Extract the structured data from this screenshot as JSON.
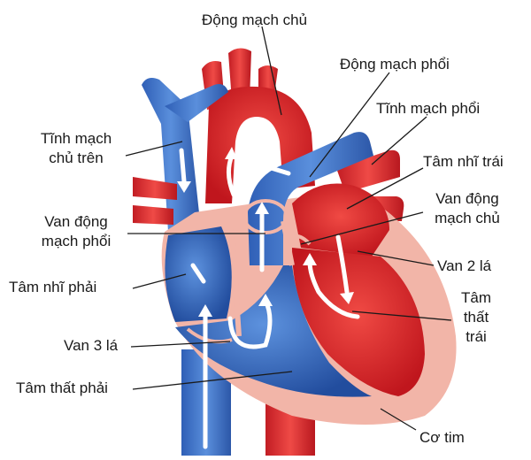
{
  "labels": {
    "aorta": "Động mạch chủ",
    "pulmonary_artery": "Động mạch phổi",
    "pulmonary_vein": "Tĩnh mạch phổi",
    "left_atrium": "Tâm nhĩ trái",
    "aortic_valve_line1": "Van động",
    "aortic_valve_line2": "mạch chủ",
    "mitral_valve": "Van 2 lá",
    "left_ventricle_line1": "Tâm",
    "left_ventricle_line2": "thất",
    "left_ventricle_line3": "trái",
    "myocardium": "Cơ tim",
    "superior_vena_cava_line1": "Tĩnh mạch",
    "superior_vena_cava_line2": "chủ trên",
    "pulmonary_valve_line1": "Van động",
    "pulmonary_valve_line2": "mạch phổi",
    "right_atrium": "Tâm nhĩ phải",
    "tricuspid_valve": "Van 3 lá",
    "right_ventricle": "Tâm thất phải"
  },
  "colors": {
    "oxygenated_blood": "#e0282e",
    "deoxygenated_blood": "#3a6fc4",
    "myocardium": "#f2b5a8",
    "leader_line": "#1a1a1a"
  }
}
